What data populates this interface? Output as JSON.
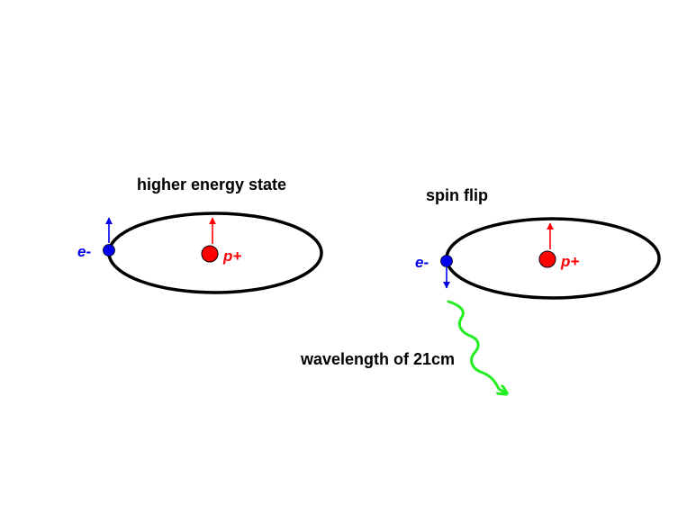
{
  "left_panel": {
    "title": "higher energy state",
    "electron_label": "e-",
    "proton_label": "p+",
    "electron_spin": "up",
    "proton_spin": "up"
  },
  "right_panel": {
    "title": "spin flip",
    "electron_label": "e-",
    "proton_label": "p+",
    "electron_spin": "down",
    "proton_spin": "up"
  },
  "photon": {
    "label": "wavelength of 21cm"
  },
  "colors": {
    "electron": "#0000ee",
    "proton": "#ff0000",
    "photon": "#22ee22",
    "orbit": "#000000",
    "text": "#000000"
  }
}
